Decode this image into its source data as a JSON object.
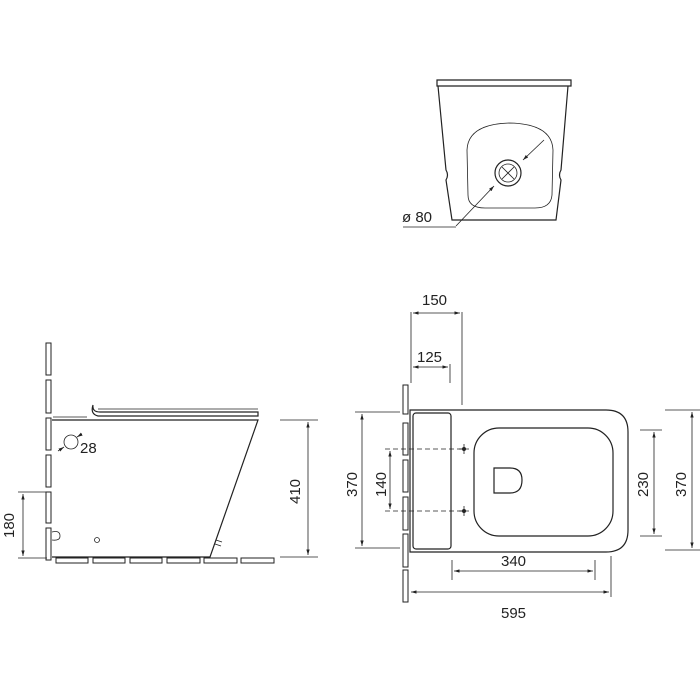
{
  "top_view": {
    "drain_diameter": "ø 80"
  },
  "side_view": {
    "inlet_diameter": "28",
    "height": "410",
    "outlet_height": "180"
  },
  "plan_view": {
    "tank_depth": "150",
    "fixing_offset": "125",
    "width_left": "370",
    "fixing_spacing": "140",
    "seat_length": "340",
    "total_length": "595",
    "seat_width": "230",
    "width_right": "370"
  }
}
